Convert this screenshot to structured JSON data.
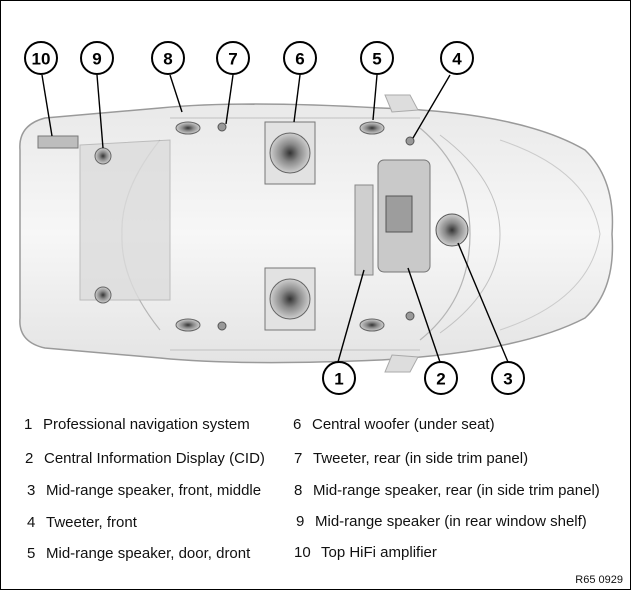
{
  "callouts": [
    {
      "num": "10"
    },
    {
      "num": "9"
    },
    {
      "num": "8"
    },
    {
      "num": "7"
    },
    {
      "num": "6"
    },
    {
      "num": "5"
    },
    {
      "num": "4"
    },
    {
      "num": "1"
    },
    {
      "num": "2"
    },
    {
      "num": "3"
    }
  ],
  "legend": [
    {
      "num": "1",
      "text": "Professional navigation system"
    },
    {
      "num": "2",
      "text": "Central Information Display (CID)"
    },
    {
      "num": "3",
      "text": "Mid-range speaker, front, middle"
    },
    {
      "num": "4",
      "text": "Tweeter, front"
    },
    {
      "num": "5",
      "text": "Mid-range speaker, door, dront"
    },
    {
      "num": "6",
      "text": "Central woofer (under seat)"
    },
    {
      "num": "7",
      "text": "Tweeter, rear (in side trim panel)"
    },
    {
      "num": "8",
      "text": "Mid-range speaker, rear (in side trim panel)"
    },
    {
      "num": "9",
      "text": "Mid-range speaker (in rear window shelf)"
    },
    {
      "num": "10",
      "text": "Top HiFi amplifier"
    }
  ],
  "reference_code": "R65 0929"
}
